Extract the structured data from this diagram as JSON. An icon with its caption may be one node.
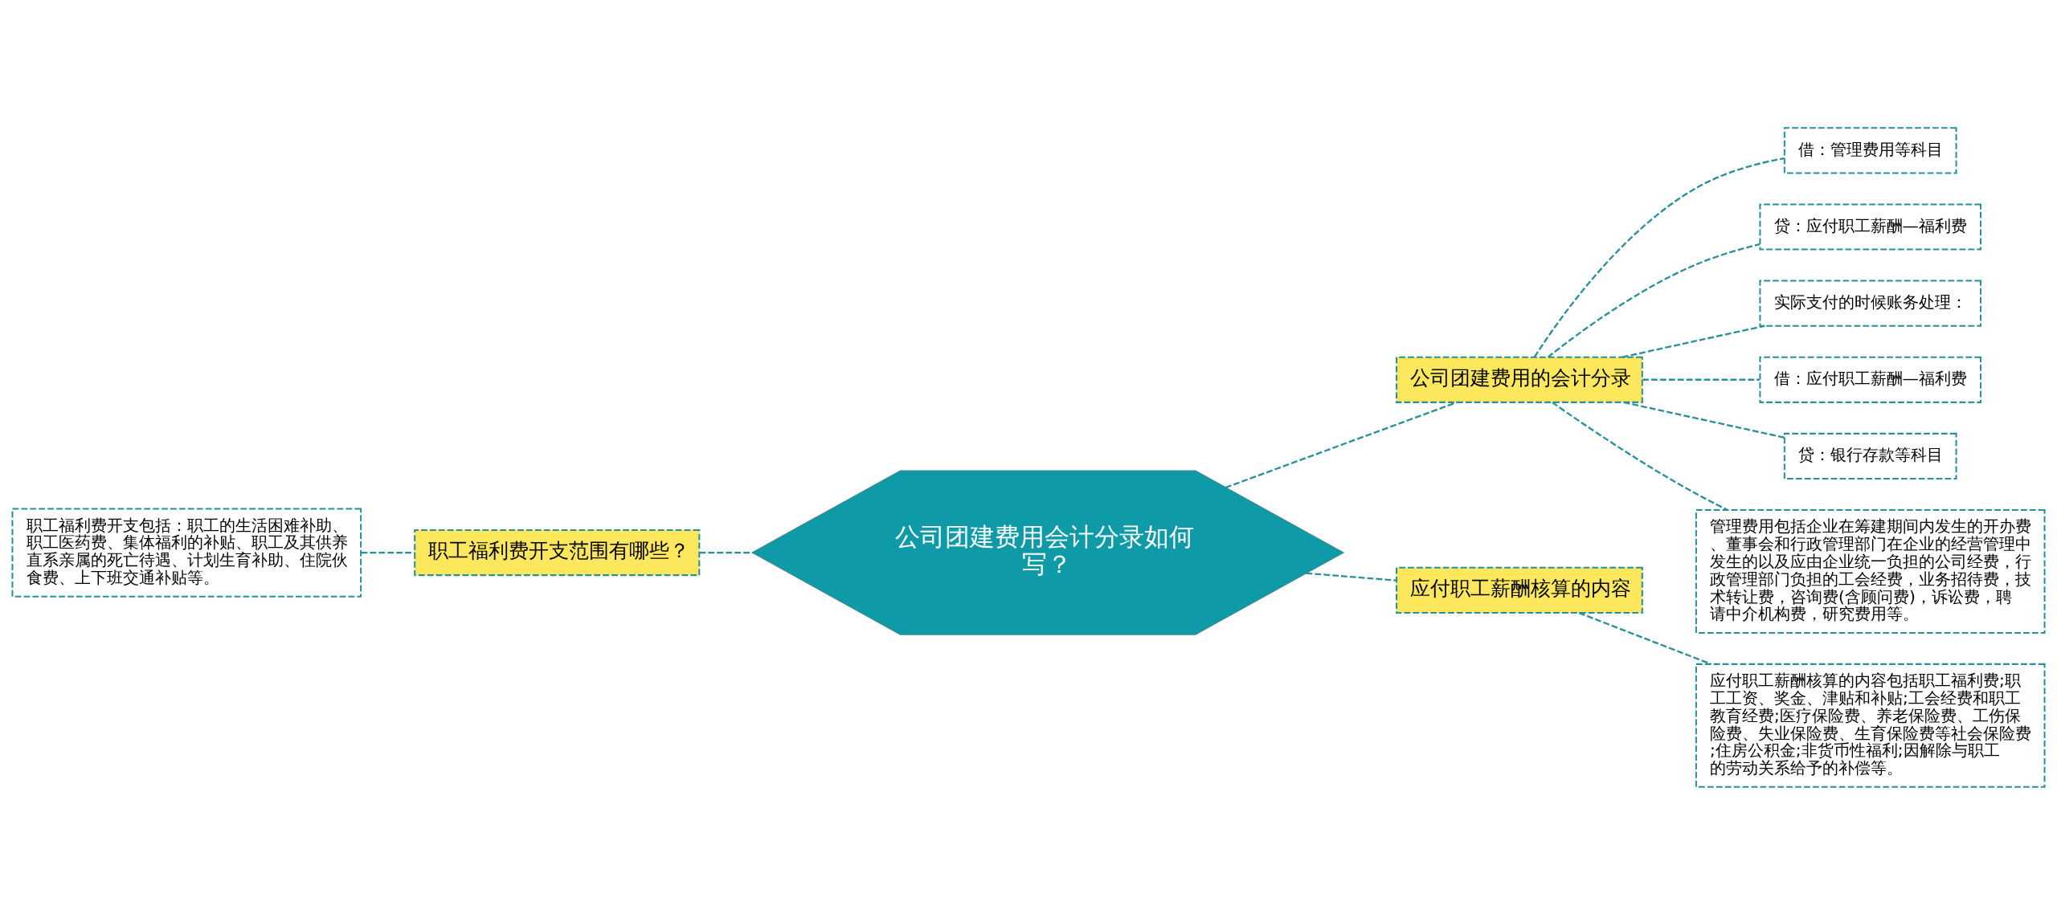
{
  "diagram": {
    "nodes": [
      {
        "text": [
          "公司团建费用会计分录如何写？"
        ]
      },
      {
        "text": [
          "职工福利费开支范围有哪些？"
        ]
      },
      {
        "text": [
          "职工福利费开支包括：职工的生活困难补助、职工医药费、集体福利的补贴、职工及其供养直系亲属的死亡待遇、计划生育补助、住院伙食费、上下班交通补贴等。"
        ]
      },
      {
        "text": [
          "公司团建费用的会计分录"
        ]
      },
      {
        "text": [
          "借：管理费用等科目"
        ]
      },
      {
        "text": [
          "贷：应付职工薪酬—福利费"
        ]
      },
      {
        "text": [
          "实际支付的时候账务处理："
        ]
      },
      {
        "text": [
          "借：应付职工薪酬—福利费"
        ]
      },
      {
        "text": [
          "贷：银行存款等科目"
        ]
      },
      {
        "text": [
          "管理费用包括企业在筹建期间内发生的开办费、董事会和行政管理部门在企业的经营管理中发生的以及应由企业统一负担的公司经费，行政管理部门负担的工会经费，业务招待费，技术转让费，咨询费(含顾问费)，诉讼费，聘请中介机构费，研究费用等。"
        ]
      },
      {
        "text": [
          "应付职工薪酬核算的内容"
        ]
      },
      {
        "text": [
          "应付职工薪酬核算的内容包括职工福利费;职工工资、奖金、津贴和补贴;工会经费和职工教育经费;医疗保险费、养老保险费、工伤保险费、失业保险费、生育保险费等社会保险费;住房公积金;非货币性福利;因解除与职工的劳动关系给予的补偿等。"
        ]
      }
    ],
    "edges": [
      {
        "from": 0,
        "to": 1,
        "arrow": "none",
        "style": "dashed"
      },
      {
        "from": 1,
        "to": 2,
        "arrow": "none",
        "style": "dashed"
      },
      {
        "from": 0,
        "to": 3,
        "arrow": "none",
        "style": "dashed"
      },
      {
        "from": 3,
        "to": 4,
        "arrow": "none",
        "style": "dashed"
      },
      {
        "from": 3,
        "to": 5,
        "arrow": "none",
        "style": "dashed"
      },
      {
        "from": 3,
        "to": 6,
        "arrow": "none",
        "style": "dashed"
      },
      {
        "from": 3,
        "to": 7,
        "arrow": "none",
        "style": "dashed"
      },
      {
        "from": 3,
        "to": 8,
        "arrow": "none",
        "style": "dashed"
      },
      {
        "from": 3,
        "to": 9,
        "arrow": "none",
        "style": "dashed"
      },
      {
        "from": 0,
        "to": 10,
        "arrow": "none",
        "style": "dashed"
      },
      {
        "from": 10,
        "to": 11,
        "arrow": "none",
        "style": "dashed"
      }
    ]
  }
}
